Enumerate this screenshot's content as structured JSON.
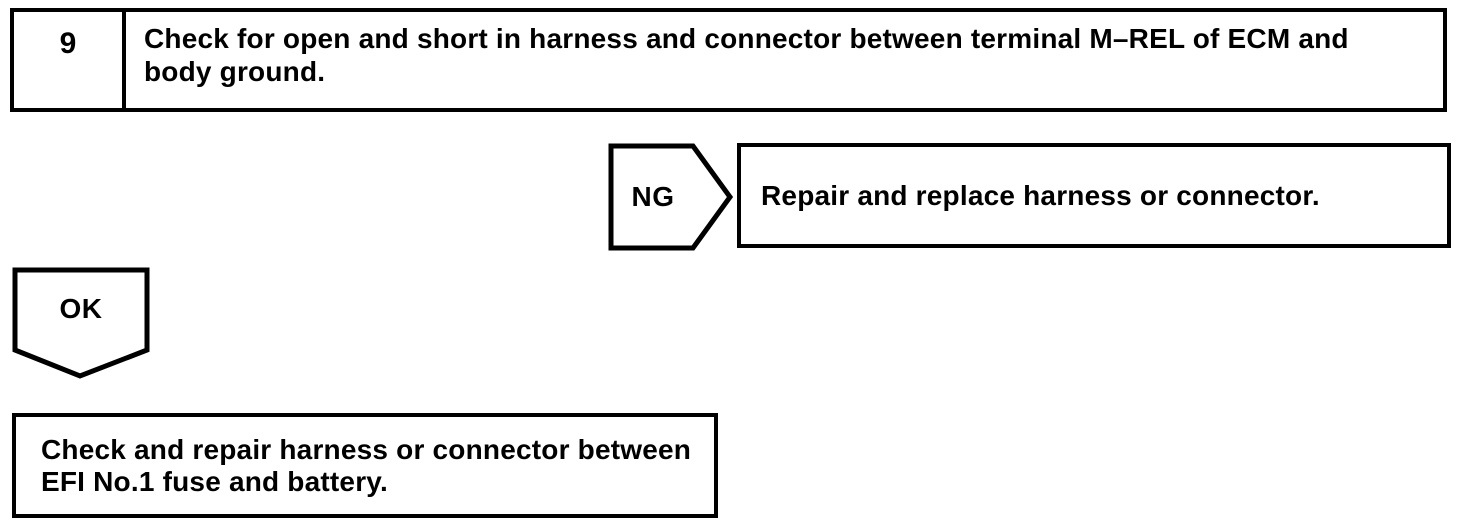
{
  "colors": {
    "ink": "#000000",
    "paper": "#ffffff"
  },
  "flowchart": {
    "step": {
      "number": "9",
      "instruction": "Check for open and short in harness and connector between terminal M–REL of ECM and body ground."
    },
    "ng_branch": {
      "label": "NG",
      "action": "Repair and replace harness or connector."
    },
    "ok_branch": {
      "label": "OK",
      "action": "Check and repair harness or connector between EFI No.1 fuse and battery."
    }
  }
}
